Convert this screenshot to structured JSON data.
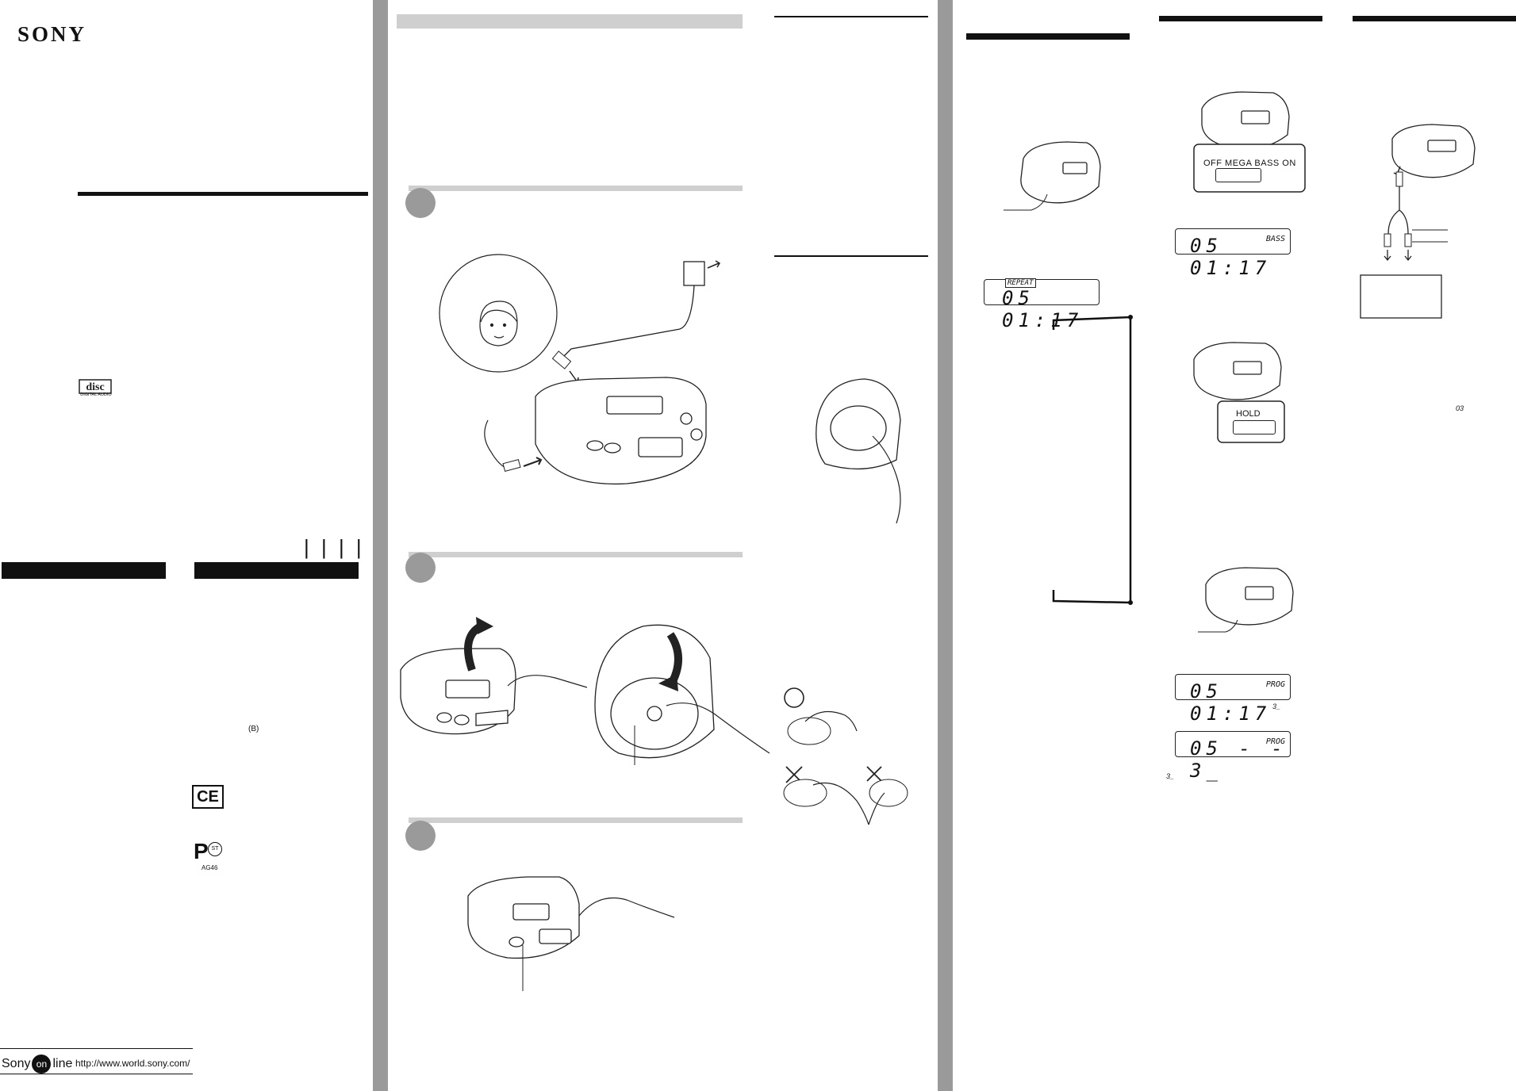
{
  "brand": {
    "logo_text": "SONY"
  },
  "cover": {
    "disc_logo_text": "DIGITAL AUDIO",
    "tick_marks": "| | | |",
    "mark_symbol": "B"
  },
  "footer": {
    "sony_online_left": "Sony",
    "sony_online_mid": "on",
    "sony_online_right": "line",
    "url": "http://www.world.sony.com/"
  },
  "certifications": {
    "ce": "CE",
    "pct_main": "P",
    "pct_sub": "ST",
    "pct_code": "AG46"
  },
  "displays": {
    "repeat_label": "REPEAT",
    "repeat_digits": "05 01:17",
    "bass_digits": "05 01:17",
    "bass_tag": "BASS",
    "prog_digits": "05 01:17",
    "prog_tag": "PROG",
    "prog2_digits": "05 - - 3_",
    "prog2_tag": "PROG",
    "note_3": "3_",
    "note_3b": "3_",
    "note_03": "03"
  },
  "switches": {
    "bass_switch": "OFF MEGA BASS ON",
    "hold_switch": "HOLD"
  },
  "icons": {
    "ok_mark": "circle",
    "ng_mark": "cross"
  }
}
